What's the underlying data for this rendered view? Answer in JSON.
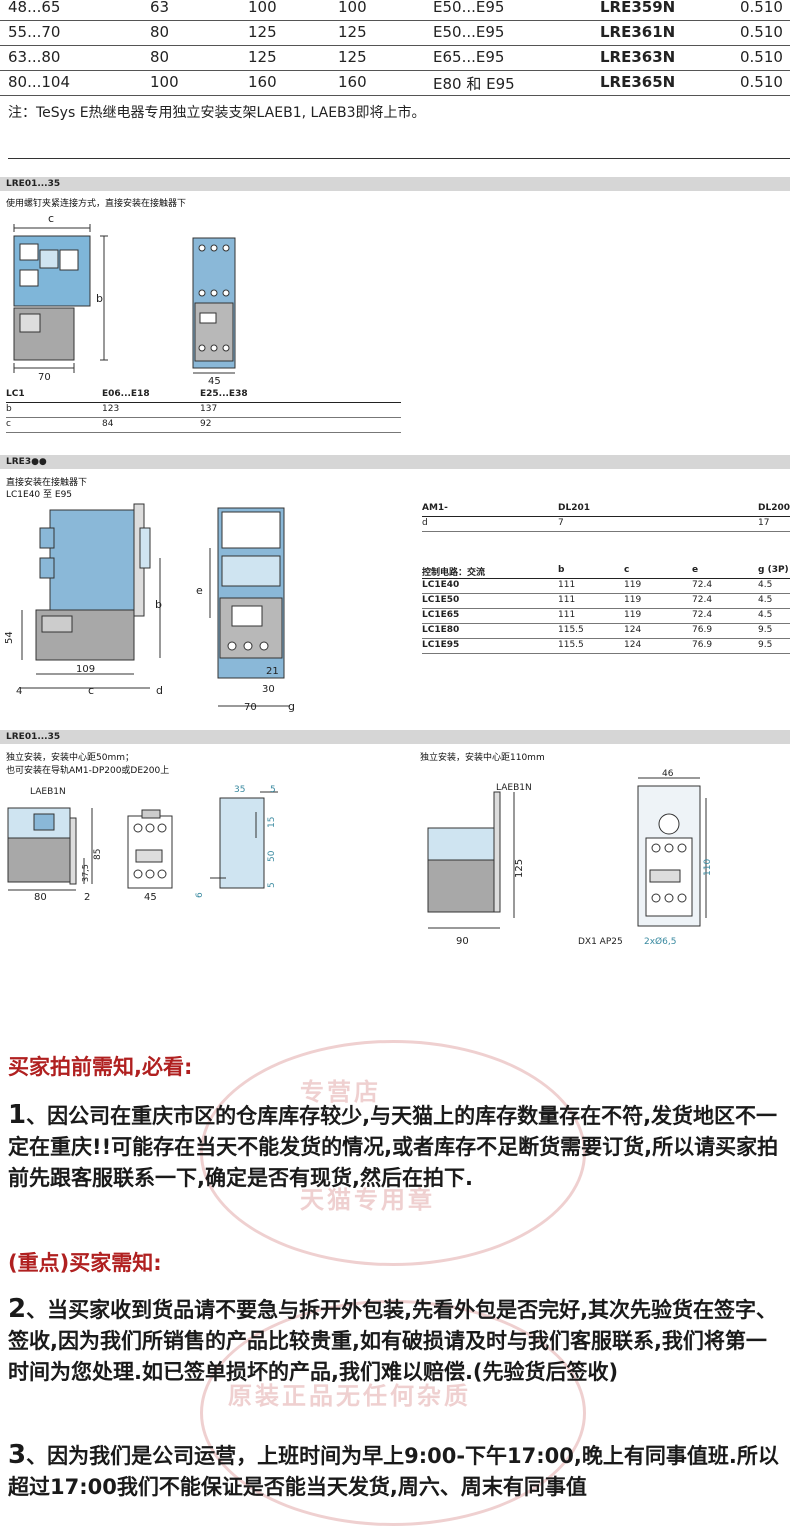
{
  "top_table": {
    "rows": [
      {
        "range": "48...65",
        "c1": "63",
        "c2": "100",
        "c3": "100",
        "contactor": "E50...E95",
        "ref": "LRE359N",
        "weight": "0.510"
      },
      {
        "range": "55...70",
        "c1": "80",
        "c2": "125",
        "c3": "125",
        "contactor": "E50...E95",
        "ref": "LRE361N",
        "weight": "0.510"
      },
      {
        "range": "63...80",
        "c1": "80",
        "c2": "125",
        "c3": "125",
        "contactor": "E65...E95",
        "ref": "LRE363N",
        "weight": "0.510"
      },
      {
        "range": "80...104",
        "c1": "100",
        "c2": "160",
        "c3": "160",
        "contactor": "E80 和 E95",
        "ref": "LRE365N",
        "weight": "0.510"
      }
    ],
    "note": "注：TeSys E热继电器专用独立安装支架LAEB1, LAEB3即将上市。"
  },
  "section1": {
    "band": "LRE01...35",
    "desc": "使用螺钉夹紧连接方式，直接安装在接触器下",
    "dims": {
      "c": "c",
      "b": "b",
      "w70": "70",
      "w45": "45"
    },
    "table": {
      "header": [
        "LC1",
        "E06...E18",
        "E25...E38"
      ],
      "rows": [
        [
          "b",
          "123",
          "137"
        ],
        [
          "c",
          "84",
          "92"
        ]
      ]
    }
  },
  "section2": {
    "band": "LRE3●●",
    "desc1": "直接安装在接触器下",
    "desc2": "LC1E40 至 E95",
    "dims": {
      "b": "b",
      "e": "e",
      "d": "d",
      "c": "c",
      "g": "g",
      "v54": "54",
      "v109": "109",
      "v4": "4",
      "v21": "21",
      "v30": "30",
      "v70": "70"
    },
    "am1_table": {
      "header": [
        "AM1-",
        "DL201",
        "DL200"
      ],
      "row": [
        "d",
        "7",
        "17"
      ]
    },
    "dim_table": {
      "header": [
        "控制电路：交流",
        "b",
        "c",
        "e",
        "g (3P)"
      ],
      "rows": [
        [
          "LC1E40",
          "111",
          "119",
          "72.4",
          "4.5"
        ],
        [
          "LC1E50",
          "111",
          "119",
          "72.4",
          "4.5"
        ],
        [
          "LC1E65",
          "111",
          "119",
          "72.4",
          "4.5"
        ],
        [
          "LC1E80",
          "115.5",
          "124",
          "76.9",
          "9.5"
        ],
        [
          "LC1E95",
          "115.5",
          "124",
          "76.9",
          "9.5"
        ]
      ]
    }
  },
  "section3": {
    "band": "LRE01...35",
    "left_desc1": "独立安装，安装中心距50mm；",
    "left_desc2": "也可安装在导轨AM1-DP200或DE200上",
    "right_desc": "独立安装，安装中心距110mm",
    "labels": {
      "laeb1n": "LAEB1N",
      "v85": "85",
      "v37": "37,5",
      "v80": "80",
      "v2": "2",
      "v45": "45",
      "v35": "35",
      "v5a": "5",
      "v15": "15",
      "v50": "50",
      "v5b": "5",
      "v6": "6",
      "laeb1n_r": "LAEB1N",
      "v125": "125",
      "v90": "90",
      "v46": "46",
      "v110": "110",
      "dx1": "DX1 AP25",
      "hole": "2xØ6,5"
    }
  },
  "notice": {
    "title": "买家拍前需知,必看:",
    "p1_num": "1",
    "p1": "、因公司在重庆市区的仓库库存较少,与天猫上的库存数量存在不符,发货地区不一定在重庆!!可能存在当天不能发货的情况,或者库存不足断货需要订货,所以请买家拍前先跟客服联系一下,确定是否有现货,然后在拍下.",
    "title2": "(重点)买家需知:",
    "p2_num": "2",
    "p2": "、当买家收到货品请不要急与拆开外包装,先看外包是否完好,其次先验货在签字、签收,因为我们所销售的产品比较贵重,如有破损请及时与我们客服联系,我们将第一时间为您处理.如已签单损坏的产品,我们难以赔偿.(先验货后签收)",
    "p3_num": "3",
    "p3": "、因为我们是公司运营，上班时间为早上9:00-下午17:00,晚上有同事值班.所以超过17:00我们不能保证是否能当天发货,周六、周末有同事值"
  },
  "stamps": {
    "s1": "专营店",
    "s2": "天猫专用章",
    "s3": "原装正品无任何杂质"
  }
}
